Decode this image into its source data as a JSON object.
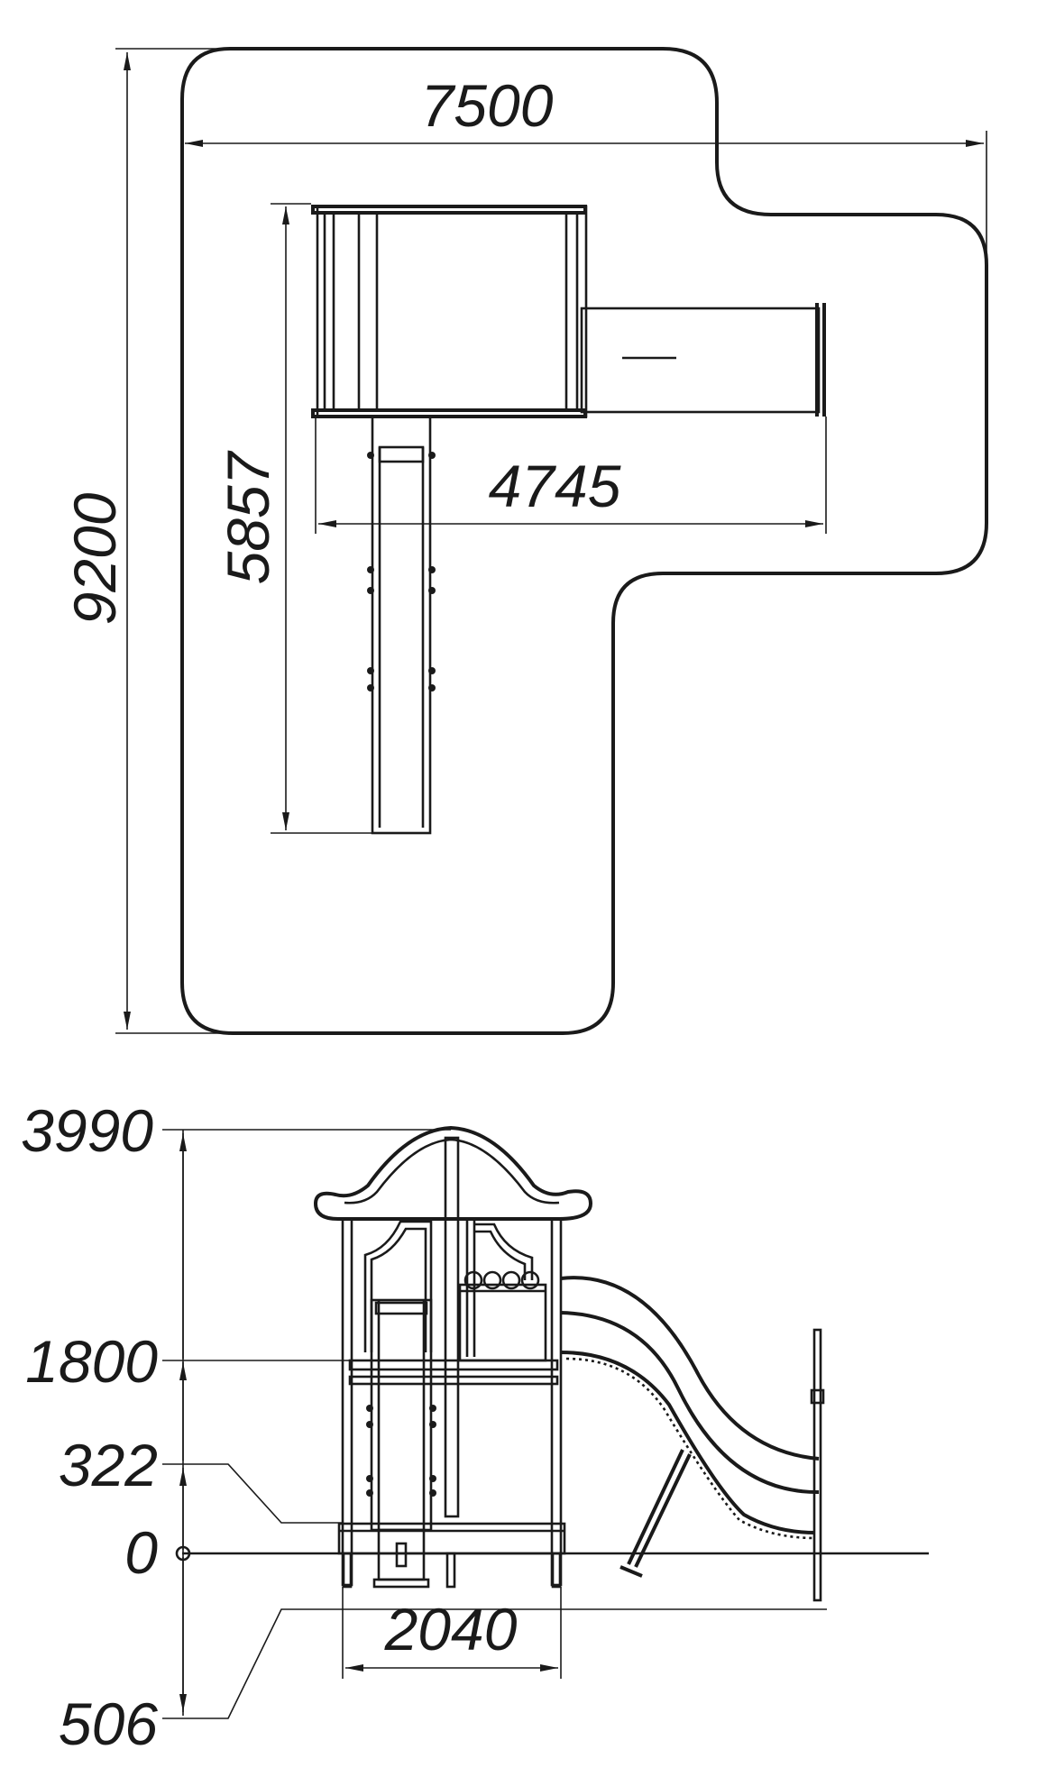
{
  "plan_view": {
    "overall_height": "9200",
    "overall_width": "7500",
    "tower_height": "5857",
    "tower_width": "4745"
  },
  "elevation_view": {
    "roof_height": "3990",
    "platform_height": "1800",
    "bottom_level": "322",
    "ground_level": "0",
    "foundation_depth": "506",
    "base_width": "2040"
  },
  "colors": {
    "ink": "#1a1a1a",
    "background": "#ffffff"
  }
}
